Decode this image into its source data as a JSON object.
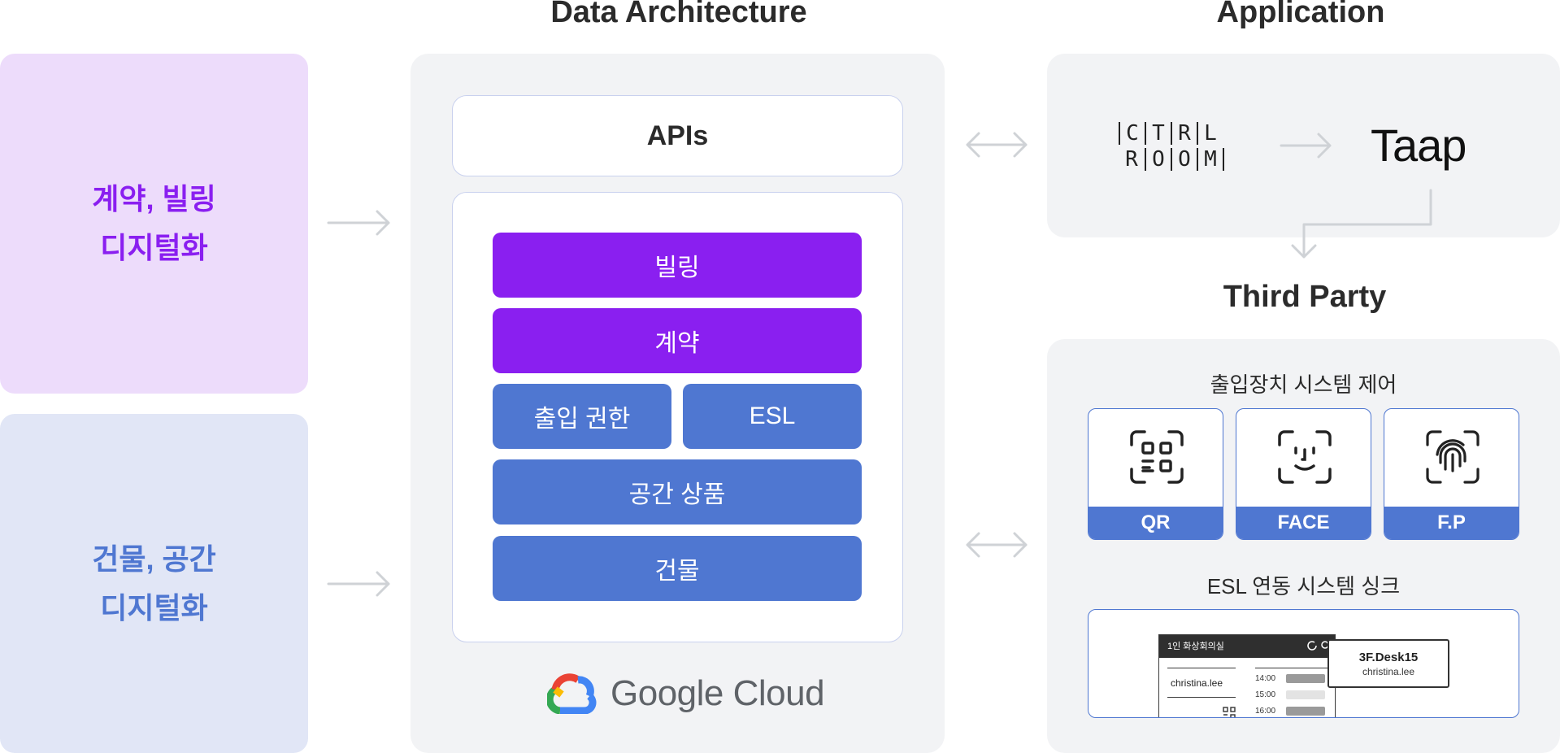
{
  "headings": {
    "data_architecture": "Data Architecture",
    "application": "Application",
    "third_party": "Third Party"
  },
  "left": {
    "contract_card": {
      "line1": "계약, 빌링",
      "line2": "디지털화",
      "bg": "#eddcfb",
      "color": "#8a1ff0"
    },
    "building_card": {
      "line1": "건물, 공간",
      "line2": "디지털화",
      "bg": "#e1e6f6",
      "color": "#4f77d1"
    }
  },
  "architecture": {
    "apis_label": "APIs",
    "blocks": {
      "billing": "빌링",
      "contract": "계약",
      "access": "출입 권한",
      "esl": "ESL",
      "space_product": "공간 상품",
      "building": "건물"
    },
    "google_cloud_label": "Google Cloud"
  },
  "application": {
    "ctrl_room": {
      "row1": [
        "C",
        "T",
        "R",
        "L"
      ],
      "row2": [
        "R",
        "O",
        "O",
        "M"
      ]
    },
    "taap_label": "Taap"
  },
  "third_party": {
    "access_title": "출입장치 시스템 제어",
    "devices": {
      "qr": "QR",
      "face": "FACE",
      "fp": "F.P"
    },
    "esl_title": "ESL 연동 시스템 싱크",
    "esl_mockup": {
      "header_title": "1인 화상회의실",
      "user": "christina.lee",
      "times": [
        "14:00",
        "15:00",
        "16:00"
      ],
      "tag_title": "3F.Desk15",
      "tag_user": "christina.lee"
    }
  },
  "colors": {
    "purple": "#8a1ff0",
    "blue": "#4f77d1",
    "panel_bg": "#f2f3f5",
    "arrow": "#cfd2d6"
  }
}
